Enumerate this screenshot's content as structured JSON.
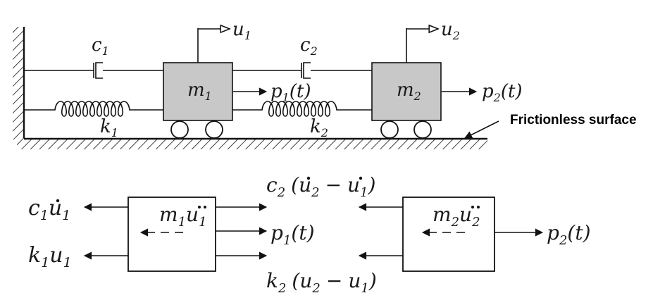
{
  "top": {
    "u1": "u",
    "u1_sub": "1",
    "u2": "u",
    "u2_sub": "2",
    "c1": "c",
    "c1_sub": "1",
    "c2": "c",
    "c2_sub": "2",
    "k1": "k",
    "k1_sub": "1",
    "k2": "k",
    "k2_sub": "2",
    "m1": "m",
    "m1_sub": "1",
    "m2": "m",
    "m2_sub": "2",
    "p1": "p",
    "p1_sub": "1",
    "p1_arg": "(t)",
    "p2": "p",
    "p2_sub": "2",
    "p2_arg": "(t)",
    "surface_label": "Frictionless surface"
  },
  "fbd": {
    "c1u1_c": "c",
    "c1u1_sub": "1",
    "c1u1_u": "u",
    "c1u1_usub": "1",
    "k1u1_k": "k",
    "k1u1_sub": "1",
    "k1u1_u": "u",
    "k1u1_usub": "1",
    "m1_inertia_m": "m",
    "m1_inertia_msub": "1",
    "m1_inertia_u": "u",
    "m1_inertia_usub": "1",
    "m2_inertia_m": "m",
    "m2_inertia_msub": "2",
    "m2_inertia_u": "u",
    "m2_inertia_usub": "2",
    "damper_force": {
      "c": "c",
      "c_sub": "2",
      "open": "(",
      "u2": "u",
      "u2_sub": "2",
      "minus": "−",
      "u1": "u",
      "u1_sub": "1",
      "close": ")"
    },
    "spring_force": {
      "k": "k",
      "k_sub": "2",
      "open": "(",
      "u2": "u",
      "u2_sub": "2",
      "minus": "−",
      "u1": "u",
      "u1_sub": "1",
      "close": ")"
    },
    "p1": "p",
    "p1_sub": "1",
    "p1_arg": "(t)",
    "p2": "p",
    "p2_sub": "2",
    "p2_arg": "(t)"
  }
}
